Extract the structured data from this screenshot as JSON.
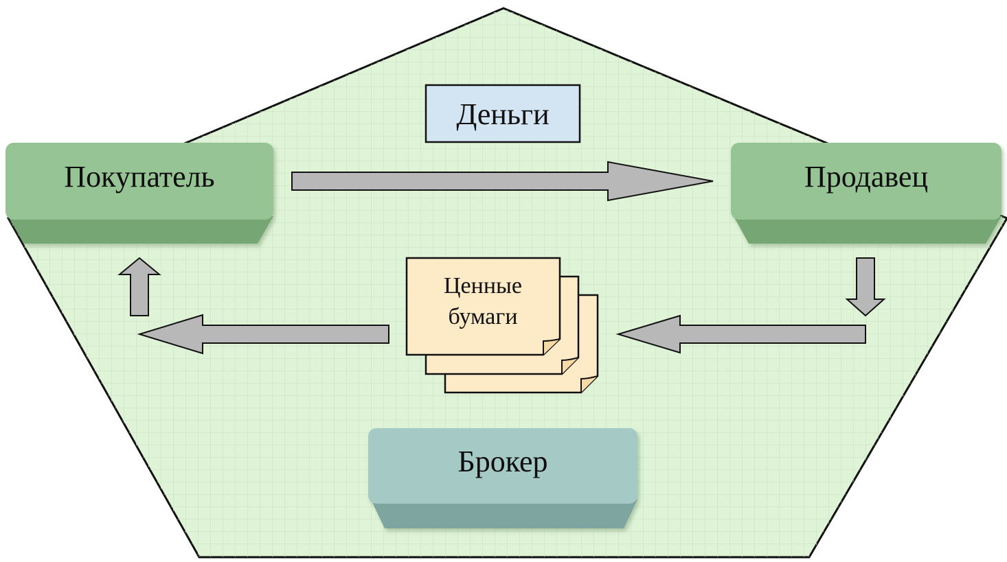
{
  "diagram": {
    "nodes": {
      "money": {
        "label": "Деньги"
      },
      "buyer": {
        "label": "Покупатель"
      },
      "seller": {
        "label": "Продавец"
      },
      "securities": {
        "line1": "Ценные",
        "line2": "бумаги"
      },
      "broker": {
        "label": "Брокер"
      }
    },
    "colors": {
      "background_fill": "#dff3d6",
      "grid_line": "#c7dfc0",
      "outline": "#111111",
      "party_box": "#97c494",
      "party_box_shadow": "#76a673",
      "broker_box": "#a5c9c5",
      "broker_box_shadow": "#7ea59f",
      "money_box": "#d3e4f3",
      "securities_sheet": "#fdebc8",
      "arrow_fill": "#b8b8b8"
    }
  }
}
